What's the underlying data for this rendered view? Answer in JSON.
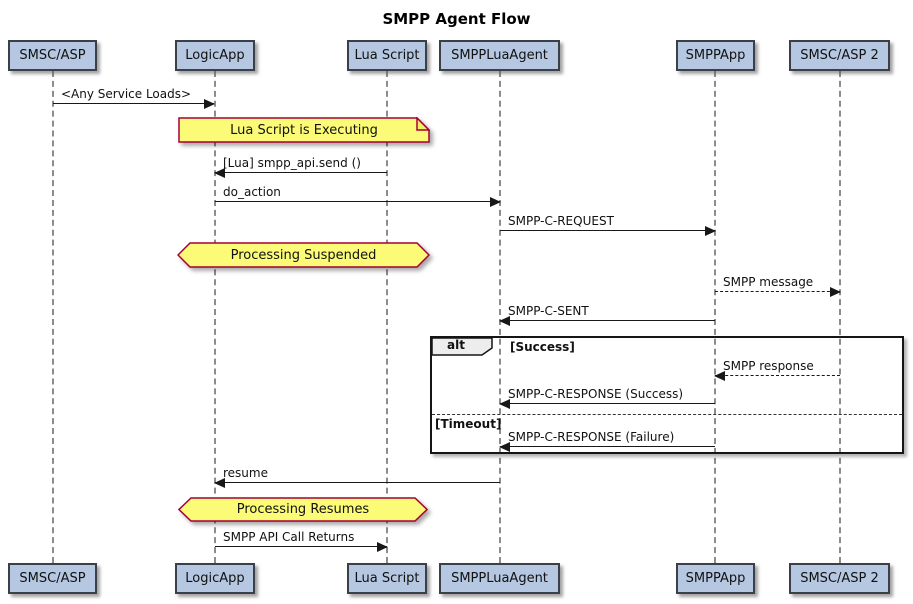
{
  "title": "SMPP Agent Flow",
  "participants": [
    {
      "name": "SMSC/ASP"
    },
    {
      "name": "LogicApp"
    },
    {
      "name": "Lua Script"
    },
    {
      "name": "SMPPLuaAgent"
    },
    {
      "name": "SMPPApp"
    },
    {
      "name": "SMSC/ASP 2"
    }
  ],
  "messages": [
    {
      "label": "<Any Service Loads>",
      "from": "SMSC/ASP",
      "to": "LogicApp",
      "line": "solid",
      "direction": "right"
    },
    {
      "label": "[Lua] smpp_api.send ()",
      "from": "Lua Script",
      "to": "LogicApp",
      "line": "solid",
      "direction": "left"
    },
    {
      "label": "do_action",
      "from": "LogicApp",
      "to": "SMPPLuaAgent",
      "line": "solid",
      "direction": "right"
    },
    {
      "label": "SMPP-C-REQUEST",
      "from": "SMPPLuaAgent",
      "to": "SMPPApp",
      "line": "solid",
      "direction": "right"
    },
    {
      "label": "SMPP message",
      "from": "SMPPApp",
      "to": "SMSC/ASP 2",
      "line": "dashed",
      "direction": "right"
    },
    {
      "label": "SMPP-C-SENT",
      "from": "SMPPApp",
      "to": "SMPPLuaAgent",
      "line": "solid",
      "direction": "left"
    },
    {
      "label": "SMPP response",
      "from": "SMSC/ASP 2",
      "to": "SMPPApp",
      "line": "dashed",
      "direction": "left"
    },
    {
      "label": "SMPP-C-RESPONSE (Success)",
      "from": "SMPPApp",
      "to": "SMPPLuaAgent",
      "line": "solid",
      "direction": "left"
    },
    {
      "label": "SMPP-C-RESPONSE (Failure)",
      "from": "SMPPApp",
      "to": "SMPPLuaAgent",
      "line": "solid",
      "direction": "left"
    },
    {
      "label": "resume",
      "from": "SMPPLuaAgent",
      "to": "LogicApp",
      "line": "solid",
      "direction": "left"
    },
    {
      "label": "SMPP API Call Returns",
      "from": "LogicApp",
      "to": "Lua Script",
      "line": "solid",
      "direction": "right"
    }
  ],
  "notes": [
    {
      "text": "Lua Script is Executing",
      "shape": "note"
    },
    {
      "text": "Processing Suspended",
      "shape": "hexagon"
    },
    {
      "text": "Processing Resumes",
      "shape": "hexagon"
    }
  ],
  "frame": {
    "operator": "alt",
    "guards": [
      {
        "label": "[Success]"
      },
      {
        "label": "[Timeout]"
      }
    ]
  },
  "colors": {
    "background": "#FFFFFF",
    "participant_fill": "#B5C7E1",
    "participant_border": "#3B3F47",
    "note_fill": "#FBFB77",
    "note_border": "#A80036",
    "lifeline": "#8C8C8C",
    "arrow": "#181818",
    "frame_border": "#151515",
    "frame_tab_fill": "#EDEDED",
    "text": "#111111"
  }
}
